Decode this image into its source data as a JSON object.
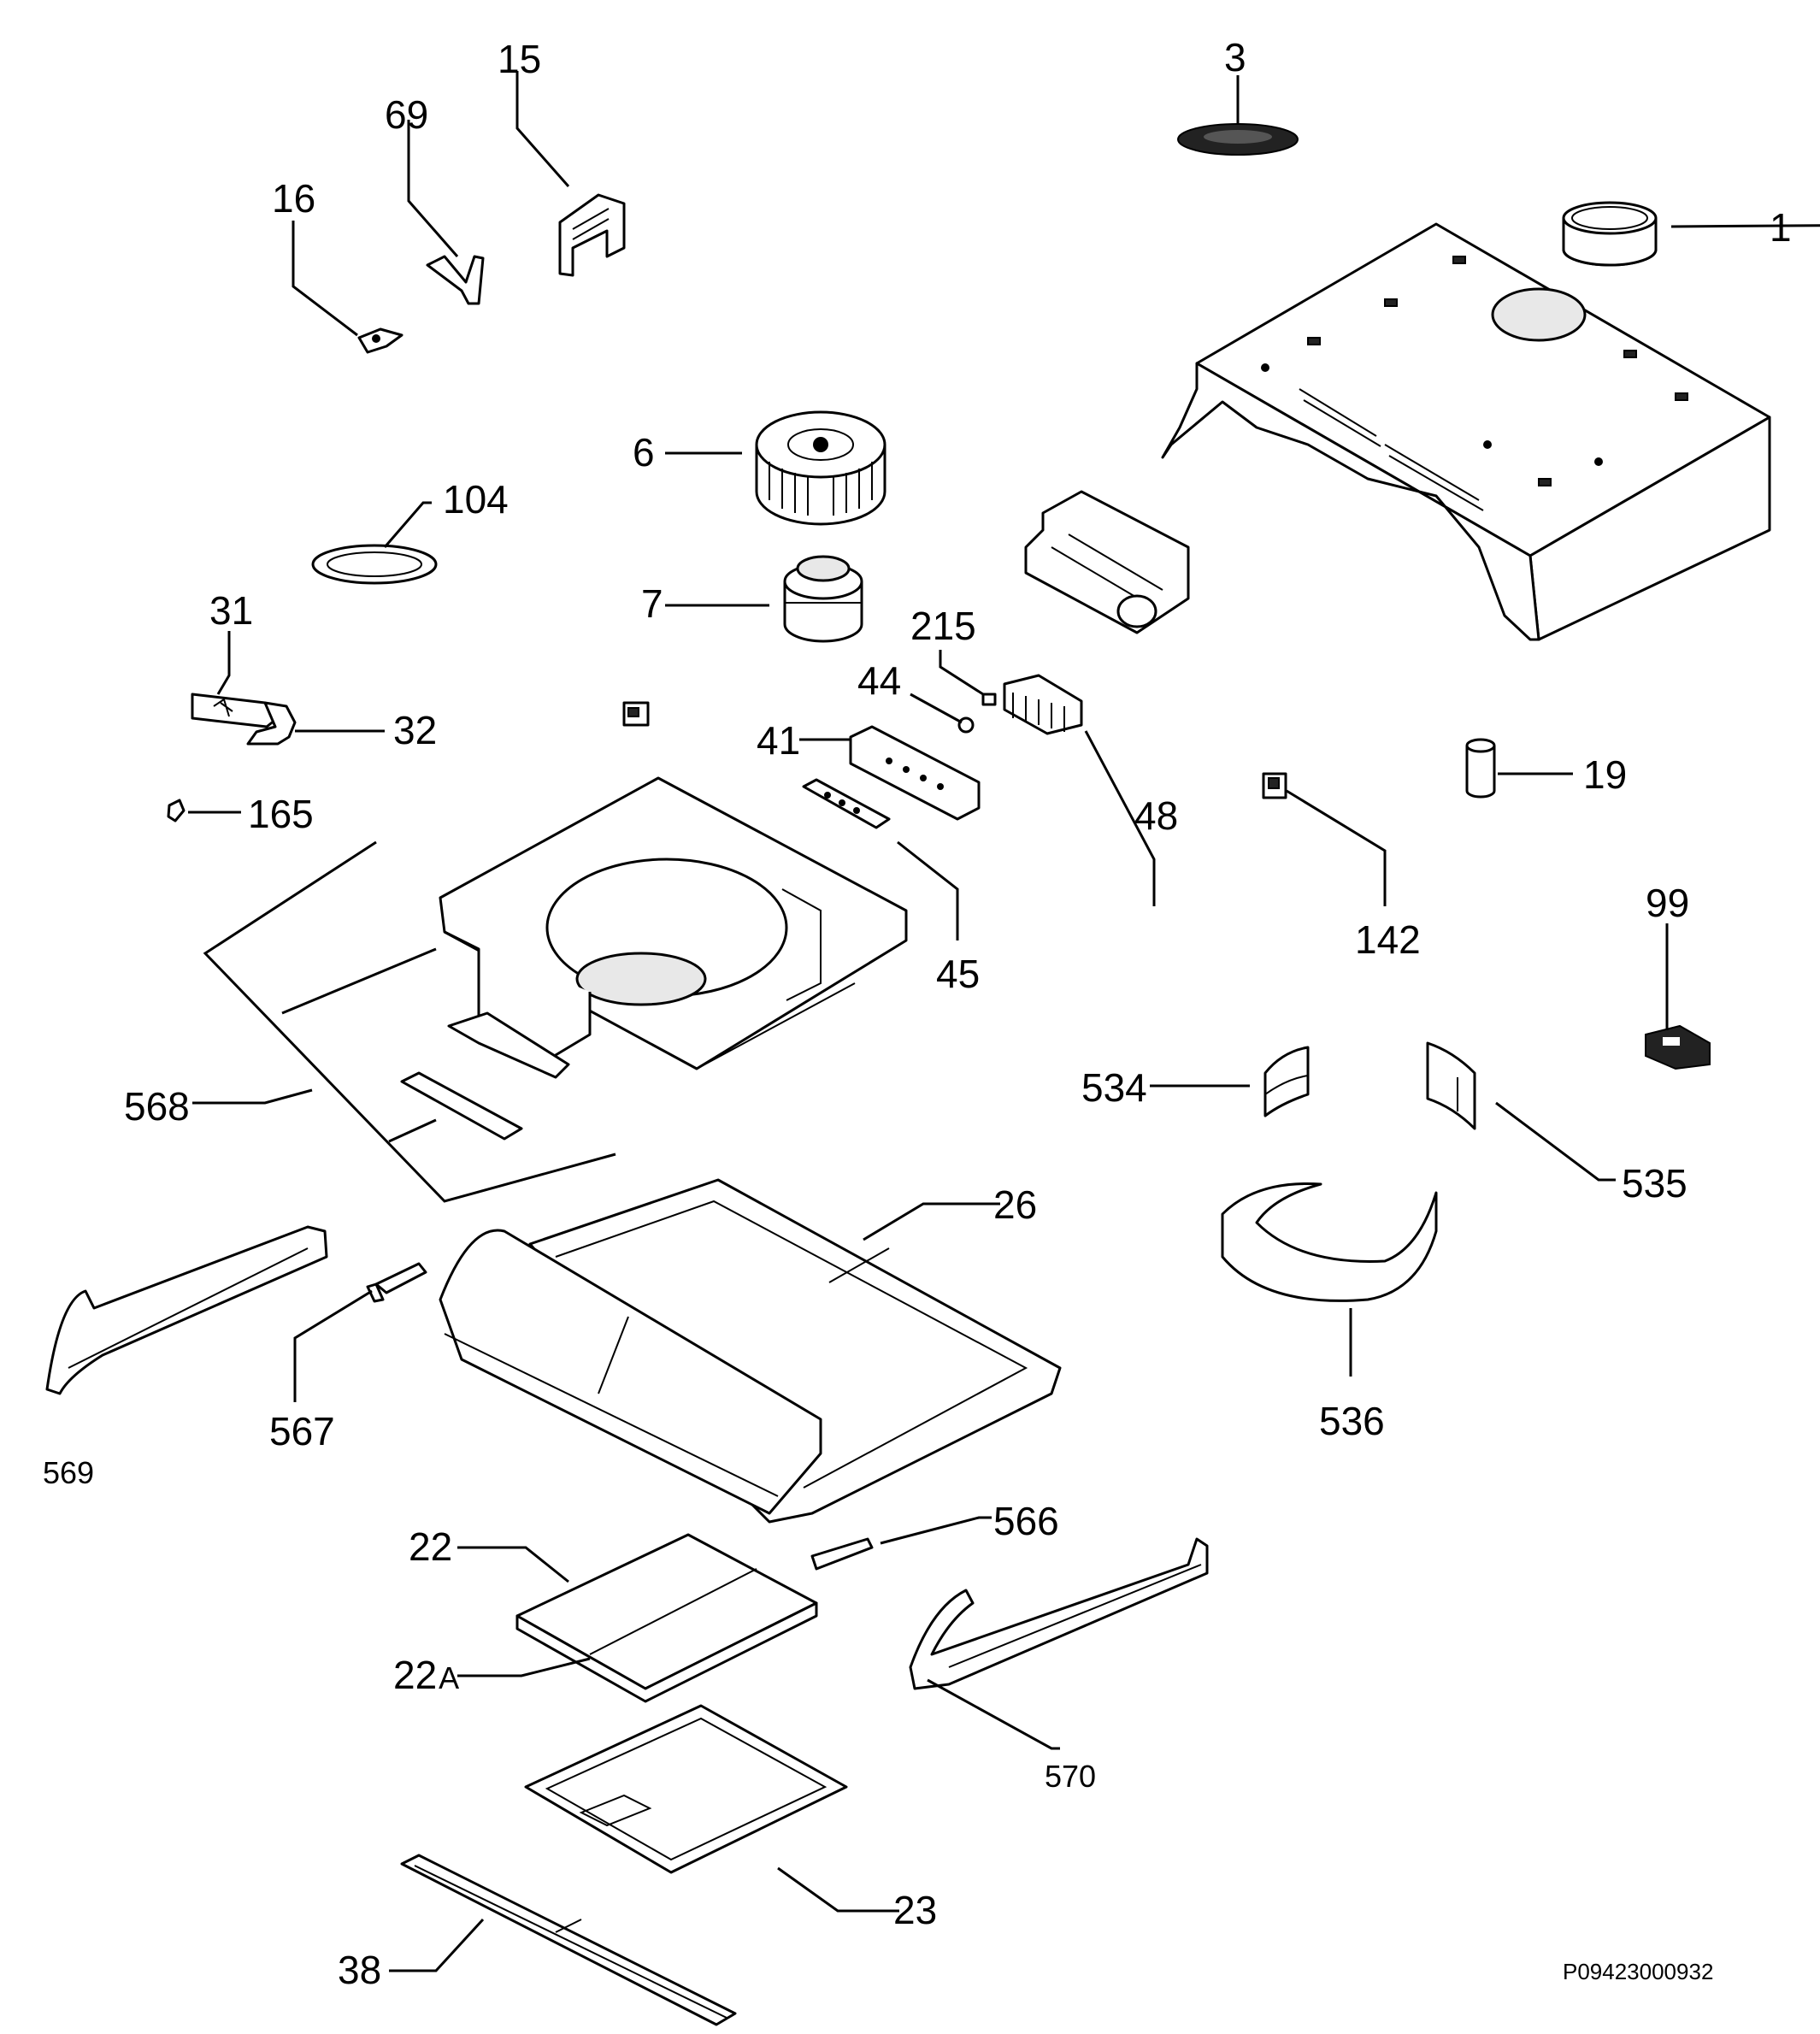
{
  "diagram": {
    "document_code": "P09423000932",
    "part_labels": [
      {
        "id": "1",
        "text": "1"
      },
      {
        "id": "3",
        "text": "3"
      },
      {
        "id": "6",
        "text": "6"
      },
      {
        "id": "7",
        "text": "7"
      },
      {
        "id": "15",
        "text": "15"
      },
      {
        "id": "16",
        "text": "16"
      },
      {
        "id": "19",
        "text": "19"
      },
      {
        "id": "22",
        "text": "22"
      },
      {
        "id": "22a",
        "text": "22",
        "suffix": "A"
      },
      {
        "id": "23",
        "text": "23"
      },
      {
        "id": "26",
        "text": "26"
      },
      {
        "id": "31",
        "text": "31"
      },
      {
        "id": "32",
        "text": "32"
      },
      {
        "id": "38",
        "text": "38"
      },
      {
        "id": "41",
        "text": "41"
      },
      {
        "id": "44",
        "text": "44"
      },
      {
        "id": "45",
        "text": "45"
      },
      {
        "id": "48",
        "text": "48"
      },
      {
        "id": "69",
        "text": "69"
      },
      {
        "id": "99",
        "text": "99"
      },
      {
        "id": "104",
        "text": "104"
      },
      {
        "id": "142",
        "text": "142"
      },
      {
        "id": "165",
        "text": "165"
      },
      {
        "id": "215",
        "text": "215"
      },
      {
        "id": "534",
        "text": "534"
      },
      {
        "id": "535",
        "text": "535"
      },
      {
        "id": "536",
        "text": "536"
      },
      {
        "id": "566",
        "text": "566"
      },
      {
        "id": "567",
        "text": "567"
      },
      {
        "id": "568",
        "text": "568"
      },
      {
        "id": "569",
        "text": "569"
      },
      {
        "id": "570",
        "text": "570"
      }
    ]
  }
}
